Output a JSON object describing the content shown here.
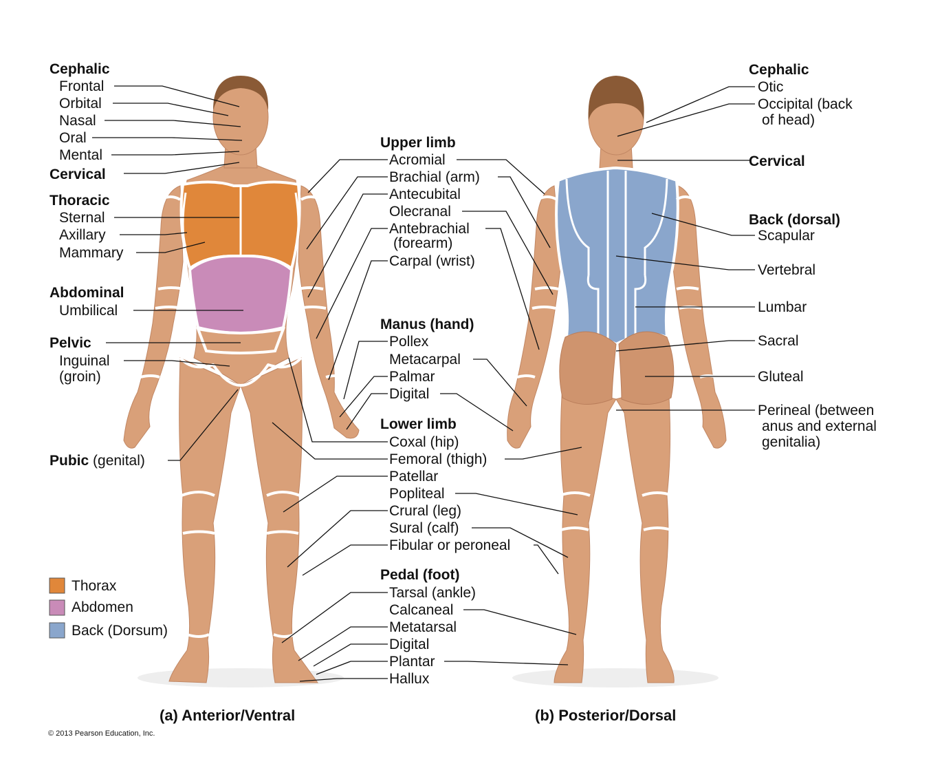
{
  "colors": {
    "thorax": "#e0873a",
    "abdomen": "#c98bb8",
    "back": "#8aa6cc",
    "skin": "#d9a079",
    "band": "#ffffff",
    "leader": "#111111"
  },
  "legend": [
    {
      "label": "Thorax",
      "color_key": "thorax"
    },
    {
      "label": "Abdomen",
      "color_key": "abdomen"
    },
    {
      "label": "Back (Dorsum)",
      "color_key": "back"
    }
  ],
  "captions": {
    "anterior": "(a) Anterior/Ventral",
    "posterior": "(b) Posterior/Dorsal"
  },
  "copyright": "© 2013 Pearson Education, Inc.",
  "labels": {
    "cephalic_a": "Cephalic",
    "frontal": "Frontal",
    "orbital": "Orbital",
    "nasal": "Nasal",
    "oral": "Oral",
    "mental": "Mental",
    "cervical_a": "Cervical",
    "thoracic": "Thoracic",
    "sternal": "Sternal",
    "axillary": "Axillary",
    "mammary": "Mammary",
    "abdominal": "Abdominal",
    "umbilical": "Umbilical",
    "pelvic": "Pelvic",
    "inguinal_1": "Inguinal",
    "inguinal_2": "(groin)",
    "pubic_bold": "Pubic",
    "pubic_rest": " (genital)",
    "upper_limb": "Upper limb",
    "acromial": "Acromial",
    "brachial": "Brachial (arm)",
    "antecubital": "Antecubital",
    "olecranal": "Olecranal",
    "antebrachial_1": "Antebrachial",
    "antebrachial_2": "(forearm)",
    "carpal": "Carpal (wrist)",
    "manus": "Manus (hand)",
    "pollex": "Pollex",
    "metacarpal": "Metacarpal",
    "palmar": "Palmar",
    "digital_hand": "Digital",
    "lower_limb": "Lower limb",
    "coxal": "Coxal (hip)",
    "femoral": "Femoral (thigh)",
    "patellar": "Patellar",
    "popliteal": "Popliteal",
    "crural": "Crural (leg)",
    "sural": "Sural (calf)",
    "fibular": "Fibular or peroneal",
    "pedal": "Pedal (foot)",
    "tarsal": "Tarsal (ankle)",
    "calcaneal": "Calcaneal",
    "metatarsal": "Metatarsal",
    "digital_foot": "Digital",
    "plantar": "Plantar",
    "hallux": "Hallux",
    "cephalic_b": "Cephalic",
    "otic": "Otic",
    "occipital_1": "Occipital (back",
    "occipital_2": "of head)",
    "cervical_b": "Cervical",
    "back_dorsal": "Back (dorsal)",
    "scapular": "Scapular",
    "vertebral": "Vertebral",
    "lumbar": "Lumbar",
    "sacral": "Sacral",
    "gluteal": "Gluteal",
    "perineal_1": "Perineal (between",
    "perineal_2": "anus and external",
    "perineal_3": "genitalia)"
  }
}
